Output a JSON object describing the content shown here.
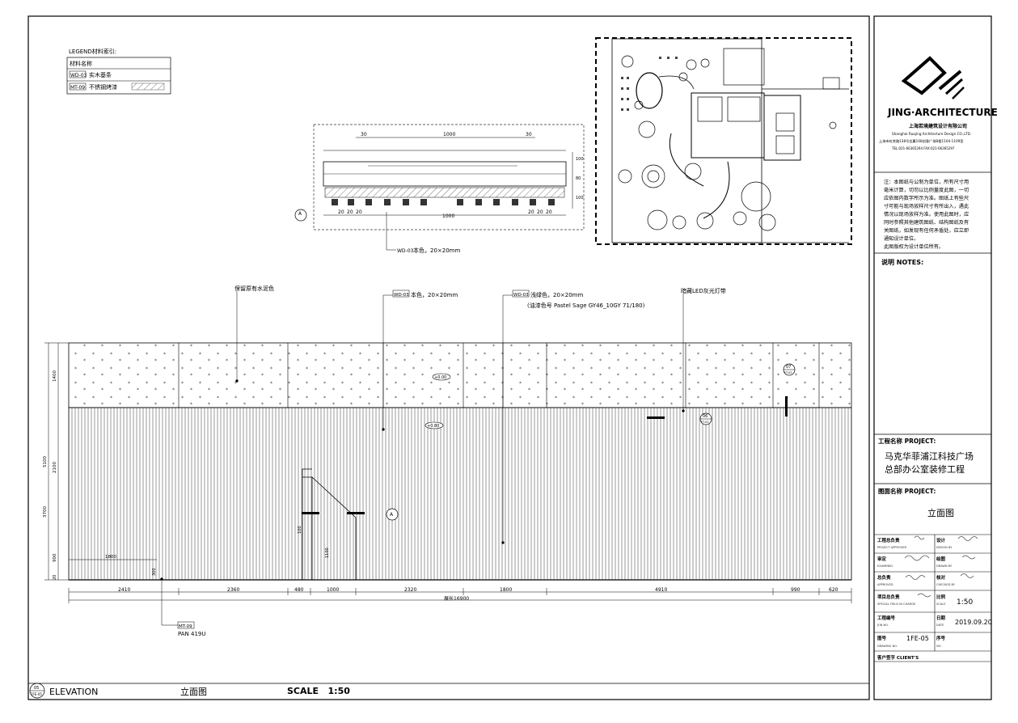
{
  "legend": {
    "title": "LEGEND材料索引:",
    "header": "材料名称",
    "rows": [
      {
        "code": "WD-03",
        "name": "实木基条"
      },
      {
        "code": "MT-09",
        "name": "不锈钢烤漆"
      }
    ]
  },
  "section_detail": {
    "top_dims": [
      "30",
      "1000",
      "30"
    ],
    "right_dims": [
      "100",
      "80",
      "100"
    ],
    "bottom_dims": [
      "20",
      "20",
      "20",
      "1000",
      "20",
      "20",
      "20"
    ],
    "marker": "A",
    "note": "本色，20×20mm",
    "note_code": "WD-03"
  },
  "annotations": {
    "cement": "保留原有水泥色",
    "wood_natural": "本色，20×20mm",
    "wood_natural_code": "WD-03",
    "wood_green": "浅绿色，20×20mm",
    "wood_green_code": "WD-03",
    "paint_code": "(油漆色号 Pastel Sage GY46_10GY 71/180)",
    "led": "暗藏LED灰光灯带",
    "mt_code": "MT-09",
    "pan": "PAN 419U",
    "level_top": "+0.00",
    "level_mid": "+0.80"
  },
  "elevation": {
    "left_dims": [
      "1400",
      "5100",
      "2100",
      "3700",
      "900",
      "20"
    ],
    "door_dims": [
      "1800",
      "300",
      "100",
      "1100"
    ],
    "bottom_dims": [
      "2410",
      "2360",
      "480",
      "1000",
      "2320",
      "1800",
      "4910",
      "990",
      "620"
    ],
    "total": "展长16900",
    "markers": [
      "07",
      "06",
      "A"
    ],
    "marker_subs": [
      "FT-02",
      "FT-03",
      ""
    ]
  },
  "footer": {
    "drawing_no_top": "05",
    "drawing_no_bottom": "1FE-05",
    "label": "ELEVATION",
    "title_cn": "立面图",
    "scale": "SCALE   1:50"
  },
  "title_block": {
    "logo_text": "JING·ARCHITECTURE",
    "company_cn": "上海若境建筑设计有限公司",
    "company_en": "Shanghai Ruojing Architecture Design CO.,LTD.",
    "address": "上海市虹关路138号金赢108创意广场B楼1104-1109室",
    "phone": "TEL:021-66365294   FAX:021-66365297",
    "note_lines": [
      "注：本图纸与公制为单位，所有尺寸用",
      "毫米计算，切勿以比例量度此图，一切",
      "应依图内数字所示为准。图纸上有些尺",
      "寸可能与现场放样尺寸有所出入，遇此",
      "情况以现场放样为准。使用此图时，应",
      "同时参照其他建筑图纸、结构图纸及有",
      "关图纸，如发现有任何矛盾处，应立即",
      "通知设计单位。",
      "此图版权为设计单位所有。"
    ],
    "notes_label": "说明 NOTES:",
    "project_label": "工程名称 PROJECT:",
    "project_name_1": "马克华菲浦江科技广场",
    "project_name_2": "总部办公室装修工程",
    "drawing_label": "图面名称 PROJECT:",
    "drawing_name": "立面图",
    "approver_cn": "工程总负责",
    "approver_en": "PROJECT APPROVER",
    "design_cn": "设计",
    "design_en": "DESIGN BY",
    "examined_cn": "审定",
    "examined_en": "EXAMINED",
    "drawn_cn": "绘图",
    "drawn_en": "DRAWN BY",
    "approved_cn": "总负责",
    "approved_en": "APPROVED",
    "checked_cn": "核对",
    "checked_en": "CHECKED BY",
    "field_cn": "项目总负责",
    "field_en": "SPECIAL FIELD IN CHARGE",
    "scale_cn": "比例",
    "scale_en": "SCALE",
    "scale_value": "1:50",
    "job_cn": "工程编号",
    "job_en": "JOB NO.",
    "date_cn": "日期",
    "date_en": "DATE",
    "date_value": "2019.09.20",
    "dwg_cn": "图号",
    "dwg_en": "DRAWING NO.",
    "dwg_value": "1FE-05",
    "seq_cn": "序号",
    "seq_en": "NO.",
    "client": "客户签字 CLIENT'S"
  }
}
